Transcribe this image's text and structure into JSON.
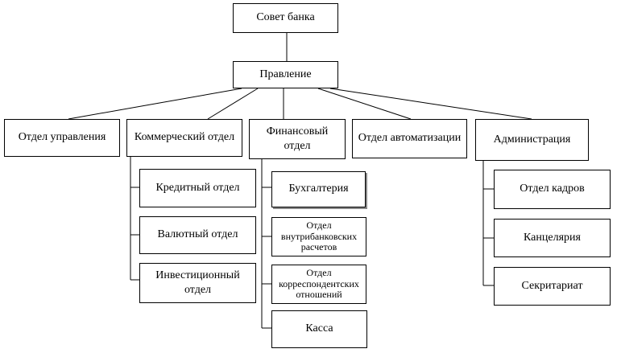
{
  "root": {
    "label": "Совет банка"
  },
  "board": {
    "label": "Правление"
  },
  "departments": [
    {
      "label": "Отдел управления",
      "children": []
    },
    {
      "label": "Коммерческий отдел",
      "children": [
        "Кредитный отдел",
        "Валютный отдел",
        "Инвестиционный отдел"
      ]
    },
    {
      "label": "Финансовый отдел",
      "children": [
        "Бухгалтерия",
        "Отдел внутрибанковских расчетов",
        "Отдел корреспондентских отношений",
        "Касса"
      ]
    },
    {
      "label": "Отдел автоматизации",
      "children": []
    },
    {
      "label": "Администрация",
      "children": [
        "Отдел кадров",
        "Канцелярия",
        "Секритариат"
      ]
    }
  ]
}
